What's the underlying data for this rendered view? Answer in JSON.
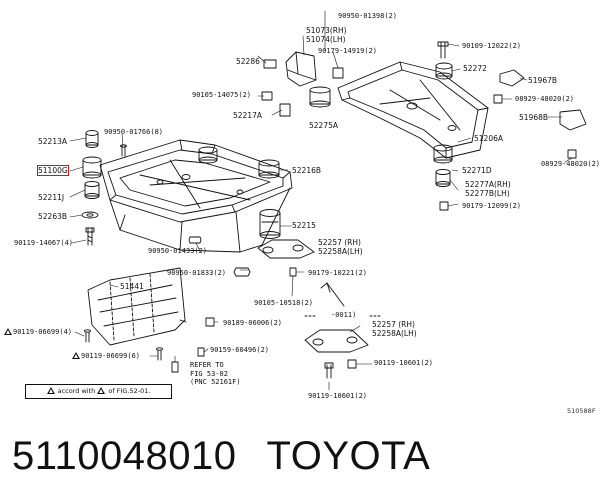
{
  "labels": {
    "p90950_01398": "90950-01398(2)",
    "p51073": "51073(RH)",
    "p51074": "51074(LH)",
    "p90109_12022": "90109-12022(2)",
    "p52286": "52286",
    "p90179_14919": "90179-14919(2)",
    "p52272": "52272",
    "p51967B": "51967B",
    "p90105_14075": "90105-14075(2)",
    "p08929_48020_top": "08929-48020(2)",
    "p52217A": "52217A",
    "p52275A": "52275A",
    "p52213A": "52213A",
    "p90950_01766": "90950-01766(8)",
    "p51206A": "51206A",
    "p51968B": "51968B",
    "p51100G": "51100G",
    "p52216B": "52216B",
    "p52271D": "52271D",
    "p08929_48020_bot": "08929-48020(2)",
    "p52211J": "52211J",
    "p52277A": "52277A(RH)",
    "p52277B": "52277B(LH)",
    "p52263B": "52263B",
    "p90179_12099": "90179-12099(2)",
    "p52215": "52215",
    "p90119_14067": "90119-14067(4)",
    "p52257_1": "52257 (RH)",
    "p52258A_1": "52258A(LH)",
    "p90950_01433": "90950-01433(2)",
    "p90950_01833": "90950-01833(2)",
    "p90179_10221": "90179-10221(2)",
    "p51441": "51441",
    "p90105_10518": "90105-10518(2)",
    "p0011": "-0011)",
    "p90119_06699_4": "90119-06699(4)",
    "p90189_06006": "90189-06006(2)",
    "p52257_2": "52257 (RH)",
    "p52258A_2": "52258A(LH)",
    "p90119_06699_6": "90119-06699(6)",
    "p90159_60496": "90159-60496(2)",
    "p90119_10601_a": "90119-10601(2)",
    "refer1": "REFER TO",
    "refer2": "FIG 53-02",
    "refer3": "(PNC 52161F)",
    "p90119_10601_b": "90119-10601(2)"
  },
  "note": {
    "prefix": "accord with",
    "suffix": "of FIG.52-01."
  },
  "figure_code": "510588F",
  "caption": {
    "part_number": "5110048010",
    "brand": "TOYOTA"
  },
  "colors": {
    "line": "#111111",
    "highlight": "#d11111"
  }
}
